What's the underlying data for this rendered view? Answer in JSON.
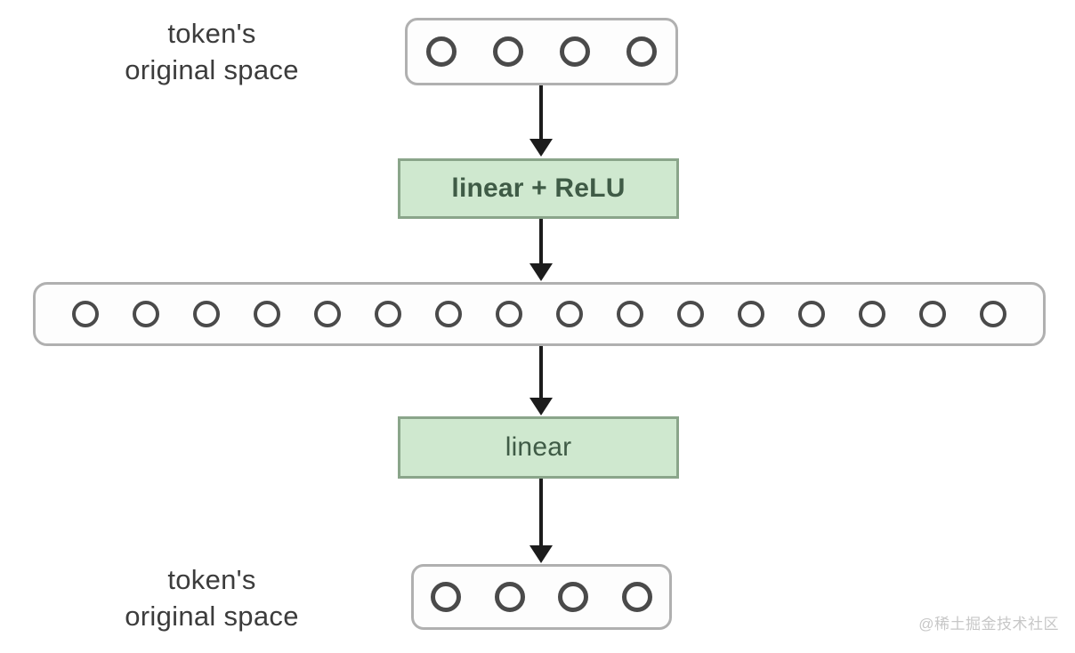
{
  "diagram": {
    "title": "token's original space bottleneck diagram",
    "colors": {
      "box_border": "#b0b0b0",
      "box_fill": "#fdfdfd",
      "node_ring": "#4a4a4a",
      "op_fill": "#cfe8cf",
      "op_border": "#8aa58a",
      "op_text": "#3f5b46",
      "arrow": "#1c1c1c",
      "caption_text": "#3c3c3c",
      "watermark_text": "#c7c7c7"
    },
    "captions": {
      "top": "token's\noriginal space",
      "bottom": "token's\noriginal space"
    },
    "layers": {
      "input_box": {
        "name": "input-token-vector",
        "units": 4
      },
      "hidden_box": {
        "name": "expanded-hidden-vector",
        "units": 16
      },
      "output_box": {
        "name": "output-token-vector",
        "units": 4
      }
    },
    "operations": {
      "first": {
        "label": "linear + ReLU"
      },
      "second": {
        "label": "linear"
      }
    },
    "arrows": [
      {
        "name": "arrow-input-to-linear-relu"
      },
      {
        "name": "arrow-linear-relu-to-hidden"
      },
      {
        "name": "arrow-hidden-to-linear"
      },
      {
        "name": "arrow-linear-to-output"
      }
    ]
  },
  "watermark": {
    "text": "@稀土掘金技术社区"
  }
}
